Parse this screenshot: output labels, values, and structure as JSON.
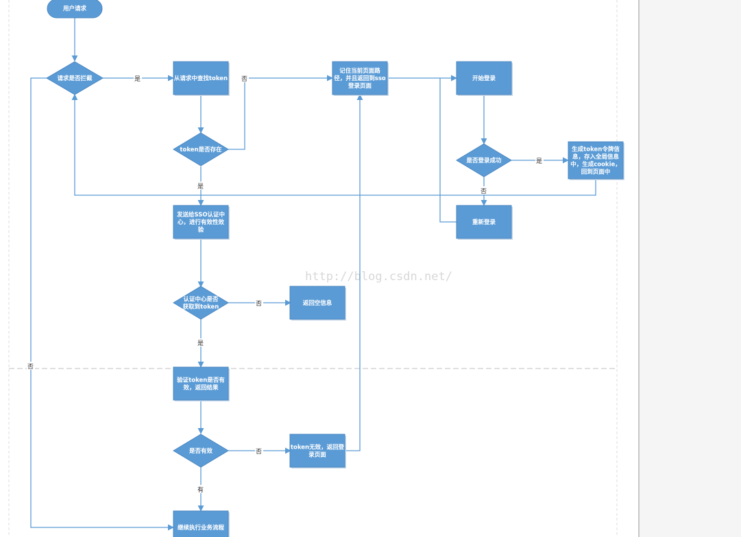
{
  "colors": {
    "node_fill": "#5b9bd5",
    "node_stroke": "#4a86c0",
    "edge": "#5b9bd5",
    "canvas_bg": "#ffffff",
    "sidebar_bg": "#f5f5f5",
    "grid_dash": "#d0d0d0"
  },
  "watermark": "http://blog.csdn.net/",
  "nodes": {
    "start": {
      "lines": [
        "用户请求"
      ]
    },
    "intercept": {
      "lines": [
        "请求是否拦截"
      ]
    },
    "find_token": {
      "lines": [
        "从请求中查找token"
      ]
    },
    "token_exists": {
      "lines": [
        "token是否存在"
      ]
    },
    "save_path": {
      "lines": [
        "记住当前页面路",
        "径，并且返回到sso",
        "登录页面"
      ]
    },
    "start_login": {
      "lines": [
        "开始登录"
      ]
    },
    "login_success": {
      "lines": [
        "是否登录成功"
      ]
    },
    "gen_token": {
      "lines": [
        "生成token令牌信",
        "息，存入全局信息",
        "中，生成cookie，",
        "回到页面中"
      ]
    },
    "relogin": {
      "lines": [
        "重新登录"
      ]
    },
    "send_sso": {
      "lines": [
        "发送给SSO认证中",
        "心，进行有效性效",
        "验"
      ]
    },
    "auth_got_token": {
      "lines": [
        "认证中心是否",
        "获取到token"
      ]
    },
    "return_empty": {
      "lines": [
        "返回空信息"
      ]
    },
    "verify_token": {
      "lines": [
        "验证token是否有",
        "效，返回结果"
      ]
    },
    "is_valid": {
      "lines": [
        "是否有效"
      ]
    },
    "token_invalid": {
      "lines": [
        "token无效，返回登",
        "录页面"
      ]
    },
    "continue_biz": {
      "lines": [
        "继续执行业务流程"
      ]
    }
  },
  "edge_labels": {
    "intercept_yes": "是",
    "token_no": "否",
    "token_yes": "是",
    "login_yes": "是",
    "login_no": "否",
    "auth_no": "否",
    "auth_yes": "是",
    "valid_no": "否",
    "valid_yes": "有",
    "intercept_no": "否"
  }
}
